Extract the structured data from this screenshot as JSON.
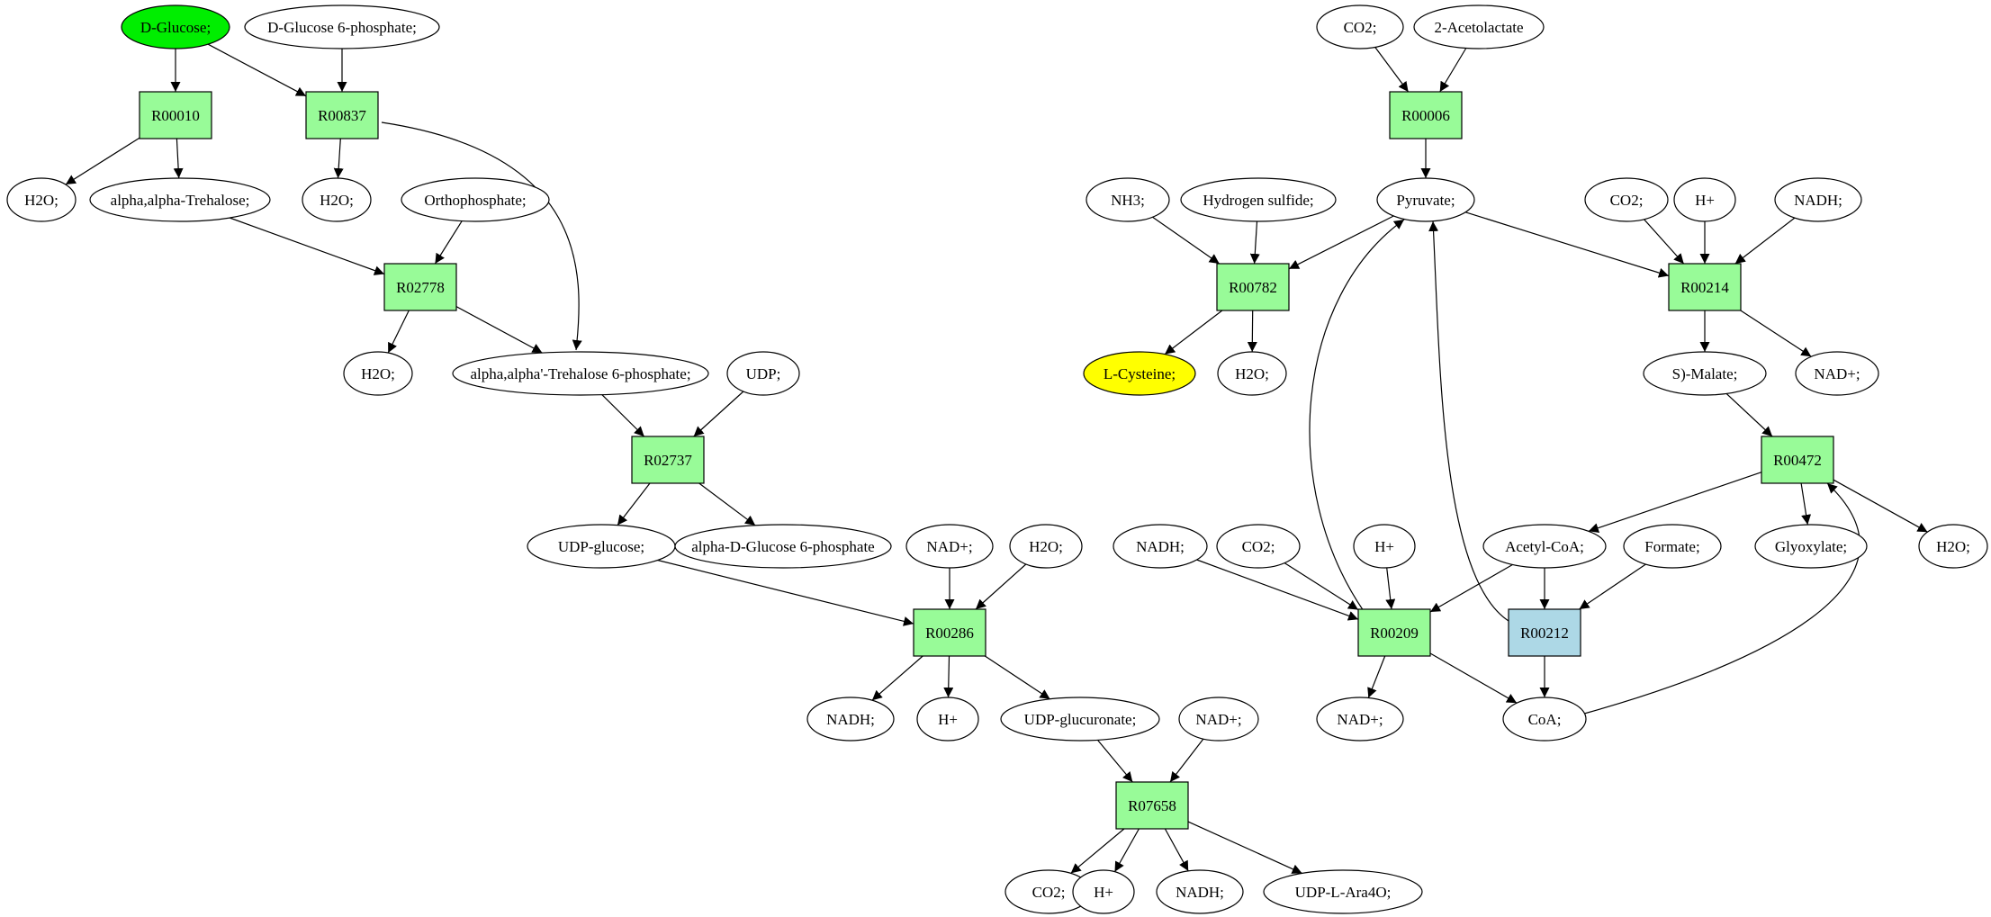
{
  "colors": {
    "reaction_default": "#98fb98",
    "reaction_highlight": "#add8e6",
    "start_compound": "#00ee00",
    "target_compound": "#ffff00",
    "compound_default": "#ffffff",
    "stroke": "#000000"
  },
  "nodes": [
    {
      "id": "c_dglucose",
      "kind": "compound",
      "label": "D-Glucose;",
      "style": "start"
    },
    {
      "id": "c_dg6p_top",
      "kind": "compound",
      "label": "D-Glucose 6-phosphate;"
    },
    {
      "id": "r_R00010",
      "kind": "reaction",
      "label": "R00010"
    },
    {
      "id": "r_R00837",
      "kind": "reaction",
      "label": "R00837"
    },
    {
      "id": "c_h2o_a",
      "kind": "compound",
      "label": "H2O;"
    },
    {
      "id": "c_trehalose",
      "kind": "compound",
      "label": "alpha,alpha-Trehalose;"
    },
    {
      "id": "c_h2o_b",
      "kind": "compound",
      "label": "H2O;"
    },
    {
      "id": "c_orthophosphate",
      "kind": "compound",
      "label": "Orthophosphate;"
    },
    {
      "id": "r_R02778",
      "kind": "reaction",
      "label": "R02778"
    },
    {
      "id": "c_h2o_c",
      "kind": "compound",
      "label": "H2O;"
    },
    {
      "id": "c_t6p",
      "kind": "compound",
      "label": "alpha,alpha'-Trehalose 6-phosphate;"
    },
    {
      "id": "c_udp",
      "kind": "compound",
      "label": "UDP;"
    },
    {
      "id": "r_R02737",
      "kind": "reaction",
      "label": "R02737"
    },
    {
      "id": "c_udpglucose",
      "kind": "compound",
      "label": "UDP-glucose;"
    },
    {
      "id": "c_adg6p",
      "kind": "compound",
      "label": "alpha-D-Glucose 6-phosphate"
    },
    {
      "id": "c_nadp_a",
      "kind": "compound",
      "label": "NAD+;"
    },
    {
      "id": "c_h2o_d",
      "kind": "compound",
      "label": "H2O;"
    },
    {
      "id": "r_R00286",
      "kind": "reaction",
      "label": "R00286"
    },
    {
      "id": "c_nadh_a",
      "kind": "compound",
      "label": "NADH;"
    },
    {
      "id": "c_hplus_a",
      "kind": "compound",
      "label": "H+"
    },
    {
      "id": "c_udpglucuronate",
      "kind": "compound",
      "label": "UDP-glucuronate;"
    },
    {
      "id": "c_nadp_b",
      "kind": "compound",
      "label": "NAD+;"
    },
    {
      "id": "r_R07658",
      "kind": "reaction",
      "label": "R07658"
    },
    {
      "id": "c_co2_a",
      "kind": "compound",
      "label": "CO2;"
    },
    {
      "id": "c_hplus_b",
      "kind": "compound",
      "label": "H+"
    },
    {
      "id": "c_nadh_b",
      "kind": "compound",
      "label": "NADH;"
    },
    {
      "id": "c_udplara4o",
      "kind": "compound",
      "label": "UDP-L-Ara4O;"
    },
    {
      "id": "c_co2_b",
      "kind": "compound",
      "label": "CO2;"
    },
    {
      "id": "c_acetolactate",
      "kind": "compound",
      "label": "2-Acetolactate"
    },
    {
      "id": "r_R00006",
      "kind": "reaction",
      "label": "R00006"
    },
    {
      "id": "c_nh3",
      "kind": "compound",
      "label": "NH3;"
    },
    {
      "id": "c_h2s",
      "kind": "compound",
      "label": "Hydrogen sulfide;"
    },
    {
      "id": "c_pyruvate",
      "kind": "compound",
      "label": "Pyruvate;"
    },
    {
      "id": "c_co2_c",
      "kind": "compound",
      "label": "CO2;"
    },
    {
      "id": "c_hplus_c",
      "kind": "compound",
      "label": "H+"
    },
    {
      "id": "c_nadh_c",
      "kind": "compound",
      "label": "NADH;"
    },
    {
      "id": "r_R00782",
      "kind": "reaction",
      "label": "R00782"
    },
    {
      "id": "r_R00214",
      "kind": "reaction",
      "label": "R00214"
    },
    {
      "id": "c_lcysteine",
      "kind": "compound",
      "label": "L-Cysteine;",
      "style": "target"
    },
    {
      "id": "c_h2o_e",
      "kind": "compound",
      "label": "H2O;"
    },
    {
      "id": "c_smalate",
      "kind": "compound",
      "label": "S)-Malate;"
    },
    {
      "id": "c_nadp_c",
      "kind": "compound",
      "label": "NAD+;"
    },
    {
      "id": "r_R00472",
      "kind": "reaction",
      "label": "R00472"
    },
    {
      "id": "c_nadh_d",
      "kind": "compound",
      "label": "NADH;"
    },
    {
      "id": "c_co2_d",
      "kind": "compound",
      "label": "CO2;"
    },
    {
      "id": "c_hplus_d",
      "kind": "compound",
      "label": "H+"
    },
    {
      "id": "c_acetylcoa",
      "kind": "compound",
      "label": "Acetyl-CoA;"
    },
    {
      "id": "c_formate",
      "kind": "compound",
      "label": "Formate;"
    },
    {
      "id": "c_glyoxylate",
      "kind": "compound",
      "label": "Glyoxylate;"
    },
    {
      "id": "c_h2o_f",
      "kind": "compound",
      "label": "H2O;"
    },
    {
      "id": "r_R00209",
      "kind": "reaction",
      "label": "R00209"
    },
    {
      "id": "r_R00212",
      "kind": "reaction",
      "label": "R00212",
      "style": "highlight"
    },
    {
      "id": "c_nadp_d",
      "kind": "compound",
      "label": "NAD+;"
    },
    {
      "id": "c_coa",
      "kind": "compound",
      "label": "CoA;"
    }
  ],
  "edges": [
    [
      "c_dglucose",
      "r_R00010"
    ],
    [
      "c_dglucose",
      "r_R00837"
    ],
    [
      "c_dg6p_top",
      "r_R00837"
    ],
    [
      "r_R00010",
      "c_h2o_a"
    ],
    [
      "r_R00010",
      "c_trehalose"
    ],
    [
      "r_R00837",
      "c_h2o_b"
    ],
    [
      "r_R00837",
      "c_t6p"
    ],
    [
      "c_trehalose",
      "r_R02778"
    ],
    [
      "c_orthophosphate",
      "r_R02778"
    ],
    [
      "r_R02778",
      "c_h2o_c"
    ],
    [
      "r_R02778",
      "c_t6p"
    ],
    [
      "c_t6p",
      "r_R02737"
    ],
    [
      "c_udp",
      "r_R02737"
    ],
    [
      "r_R02737",
      "c_udpglucose"
    ],
    [
      "r_R02737",
      "c_adg6p"
    ],
    [
      "c_udpglucose",
      "r_R00286"
    ],
    [
      "c_nadp_a",
      "r_R00286"
    ],
    [
      "c_h2o_d",
      "r_R00286"
    ],
    [
      "r_R00286",
      "c_nadh_a"
    ],
    [
      "r_R00286",
      "c_hplus_a"
    ],
    [
      "r_R00286",
      "c_udpglucuronate"
    ],
    [
      "c_udpglucuronate",
      "r_R07658"
    ],
    [
      "c_nadp_b",
      "r_R07658"
    ],
    [
      "r_R07658",
      "c_co2_a"
    ],
    [
      "r_R07658",
      "c_hplus_b"
    ],
    [
      "r_R07658",
      "c_nadh_b"
    ],
    [
      "r_R07658",
      "c_udplara4o"
    ],
    [
      "c_co2_b",
      "r_R00006"
    ],
    [
      "c_acetolactate",
      "r_R00006"
    ],
    [
      "r_R00006",
      "c_pyruvate"
    ],
    [
      "c_nh3",
      "r_R00782"
    ],
    [
      "c_h2s",
      "r_R00782"
    ],
    [
      "c_pyruvate",
      "r_R00782"
    ],
    [
      "r_R00782",
      "c_lcysteine"
    ],
    [
      "r_R00782",
      "c_h2o_e"
    ],
    [
      "c_pyruvate",
      "r_R00214"
    ],
    [
      "c_co2_c",
      "r_R00214"
    ],
    [
      "c_hplus_c",
      "r_R00214"
    ],
    [
      "c_nadh_c",
      "r_R00214"
    ],
    [
      "r_R00214",
      "c_smalate"
    ],
    [
      "r_R00214",
      "c_nadp_c"
    ],
    [
      "c_smalate",
      "r_R00472"
    ],
    [
      "r_R00472",
      "c_acetylcoa"
    ],
    [
      "r_R00472",
      "c_glyoxylate"
    ],
    [
      "r_R00472",
      "c_h2o_f"
    ],
    [
      "c_nadh_d",
      "r_R00209"
    ],
    [
      "c_co2_d",
      "r_R00209"
    ],
    [
      "c_hplus_d",
      "r_R00209"
    ],
    [
      "c_acetylcoa",
      "r_R00209"
    ],
    [
      "r_R00209",
      "c_pyruvate"
    ],
    [
      "r_R00209",
      "c_nadp_d"
    ],
    [
      "r_R00209",
      "c_coa"
    ],
    [
      "c_acetylcoa",
      "r_R00212"
    ],
    [
      "c_formate",
      "r_R00212"
    ],
    [
      "r_R00212",
      "c_pyruvate"
    ],
    [
      "r_R00212",
      "c_coa"
    ],
    [
      "c_coa",
      "r_R00472"
    ]
  ]
}
